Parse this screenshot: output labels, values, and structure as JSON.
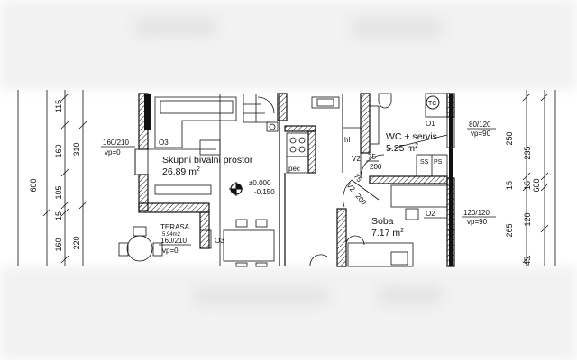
{
  "rooms": {
    "living": {
      "name": "Skupni bivalni prostor",
      "area_value": "26.89 m",
      "area_sup": "2"
    },
    "wc": {
      "name": "WC + servis",
      "area_value": "5.25 m",
      "area_sup": "2"
    },
    "soba": {
      "name": "Soba",
      "area_value": "7.17 m",
      "area_sup": "2"
    },
    "terasa": {
      "name": "TERASA",
      "area": "5.94m2"
    }
  },
  "openings": {
    "o1": {
      "id": "O1",
      "size": "80/120",
      "vp": "vp=90"
    },
    "o2": {
      "id": "O2",
      "size": "120/120",
      "vp": "vp=90"
    },
    "o3a": {
      "id": "O3",
      "size": "160/210",
      "vp": "vp=0"
    },
    "o3b": {
      "id": "O3",
      "size": "160/210",
      "vp": "vp=0"
    },
    "v2a": {
      "id": "V2",
      "size": "75",
      "height": "200"
    },
    "v2b": {
      "id": "V2",
      "size": "75",
      "height": "200"
    }
  },
  "labels": {
    "elevation_top": "±0.000",
    "elevation_bottom": "-0.150",
    "pec": "peč",
    "tc": "TČ",
    "hl": "hl",
    "ss": "SS",
    "ps": "PS"
  },
  "dims_left": {
    "outer_total": "600",
    "d1": "115",
    "d2": "160",
    "d3": "105",
    "d4": "15",
    "d5": "160",
    "c1": "310",
    "c2": "220"
  },
  "dims_right": {
    "outer_total": "600",
    "d1": "250",
    "d2": "15",
    "d3": "265",
    "c1": "235",
    "c2": "120",
    "c3": "45",
    "c4": "15"
  }
}
